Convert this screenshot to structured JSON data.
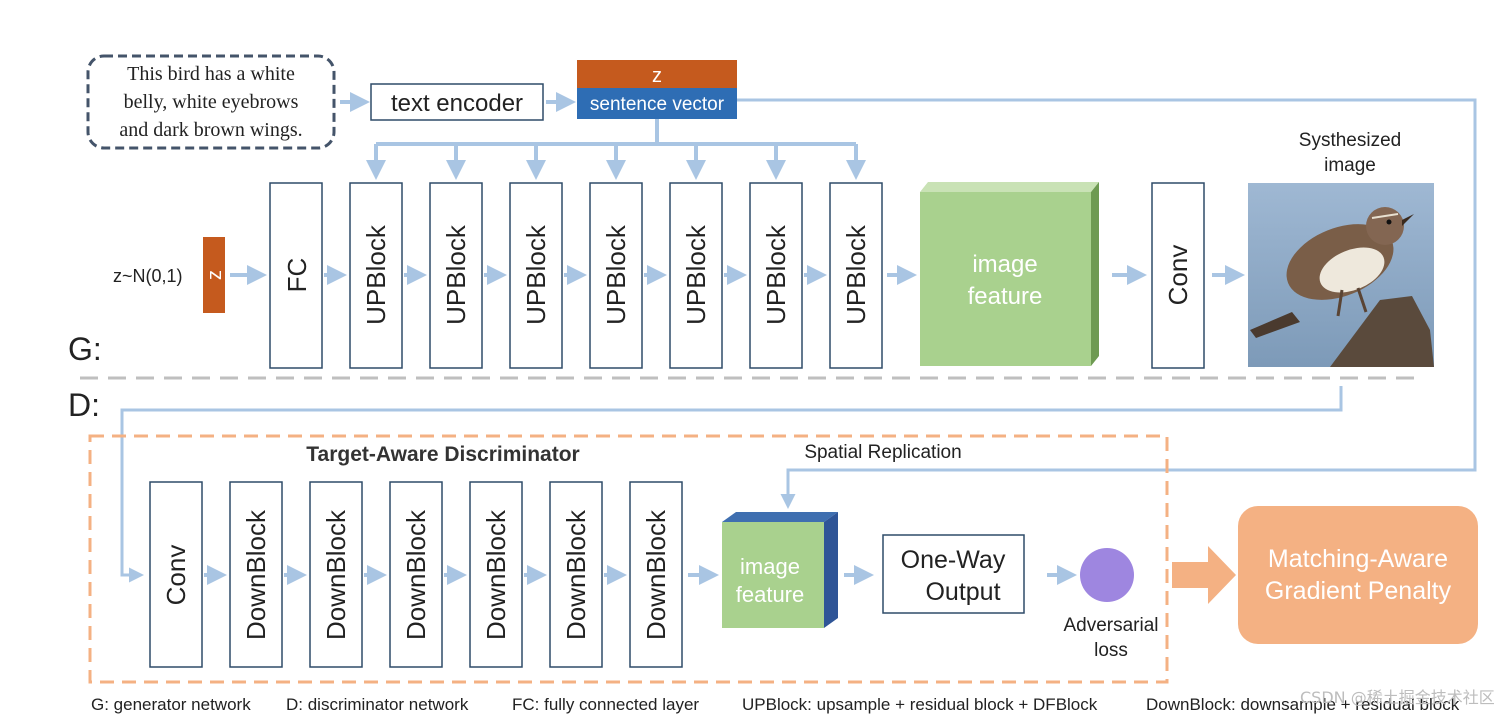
{
  "text_prompt": [
    "This bird has a white",
    "belly, white eyebrows",
    "and dark brown wings."
  ],
  "text_encoder_label": "text encoder",
  "noise_z_label": "z",
  "sentence_vector_label": "sentence vector",
  "noise_dist_label": "z~N(0,1)",
  "z_block_label": "z",
  "fc_label": "FC",
  "upblocks": [
    "UPBlock",
    "UPBlock",
    "UPBlock",
    "UPBlock",
    "UPBlock",
    "UPBlock",
    "UPBlock"
  ],
  "gen_feature_lines": [
    "image",
    "feature"
  ],
  "gen_conv_label": "Conv",
  "synth_image_lines": [
    "Systhesized",
    "image"
  ],
  "g_label": "G:",
  "d_label": "D:",
  "discriminator_title": "Target-Aware Discriminator",
  "spatial_replication_label": "Spatial Replication",
  "disc_conv_label": "Conv",
  "downblocks": [
    "DownBlock",
    "DownBlock",
    "DownBlock",
    "DownBlock",
    "DownBlock",
    "DownBlock"
  ],
  "disc_feature_lines": [
    "image",
    "feature"
  ],
  "output_lines": [
    "One-Way",
    "Output"
  ],
  "loss_lines": [
    "Adversarial",
    "loss"
  ],
  "penalty_lines": [
    "Matching-Aware",
    "Gradient Penalty"
  ],
  "legend": [
    "G: generator network",
    "D: discriminator network",
    "FC: fully connected layer",
    "UPBlock: upsample + residual block + DFBlock",
    "DownBlock: downsample + residual block"
  ],
  "watermark": "CSDN @稀土掘金技术社区",
  "colors": {
    "arrow": "#a9c5e3",
    "box_border": "#2f4b68",
    "prompt_border": "#44546a",
    "z_orange": "#c55a1e",
    "sentence_blue": "#2e6db4",
    "feature_green": "#a9d18e",
    "feature_side": "#6e9a52",
    "disc_feature_side": "#2f5597",
    "dashed_orange": "#f4b183",
    "divider_gray": "#bfbfbf",
    "loss_purple": "#9e86e0",
    "penalty_fill": "#f4b183"
  }
}
